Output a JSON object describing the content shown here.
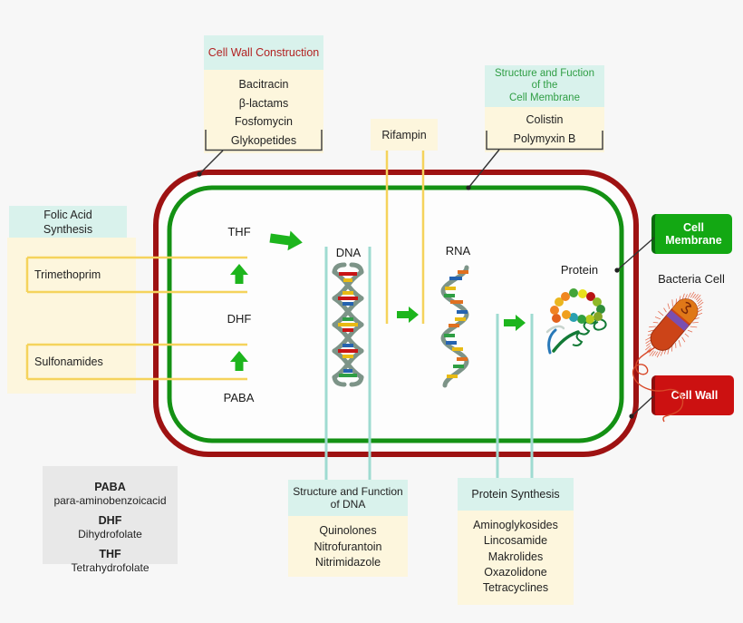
{
  "callouts": {
    "cell_wall_construction": {
      "title": "Cell Wall Construction",
      "items": [
        "Bacitracin",
        "β-lactams",
        "Fosfomycin",
        "Glykopetides"
      ]
    },
    "rifampin": {
      "label": "Rifampin"
    },
    "cell_membrane_function": {
      "title_line1": "Structure and Fuction",
      "title_line2": "of the",
      "title_line3": "Cell Membrane",
      "items": [
        "Colistin",
        "Polymyxin B"
      ]
    },
    "folic_acid": {
      "title_line1": "Folic Acid",
      "title_line2": "Synthesis",
      "items": [
        "Trimethoprim",
        "Sulfonamides"
      ]
    },
    "dna_function": {
      "title_line1": "Structure and Function",
      "title_line2": "of DNA",
      "items": [
        "Quinolones",
        "Nitrofurantoin",
        "Nitrimidazole"
      ]
    },
    "protein_synthesis": {
      "title": "Protein Synthesis",
      "items": [
        "Aminoglykosides",
        "Lincosamide",
        "Makrolides",
        "Oxazolidone",
        "Tetracyclines"
      ]
    }
  },
  "cell": {
    "labels": {
      "thf": "THF",
      "dhf": "DHF",
      "paba": "PABA",
      "dna": "DNA",
      "rna": "RNA",
      "protein": "Protein"
    }
  },
  "side": {
    "cell_membrane": "Cell Membrane",
    "bacteria_cell": "Bacteria Cell",
    "cell_wall": "Cell Wall"
  },
  "legend": {
    "entries": [
      {
        "abbr": "PABA",
        "name": "para-aminobenzoicacid"
      },
      {
        "abbr": "DHF",
        "name": "Dihydrofolate"
      },
      {
        "abbr": "THF",
        "name": "Tetrahydrofolate"
      }
    ]
  },
  "colors": {
    "cell_wall": "#9e1212",
    "cell_membrane": "#149114",
    "arrow_green": "#1db51d",
    "inhibitor_yellow": "#f5d35c",
    "target_teal_line": "#9fdbd1",
    "header_teal_bg": "#d9f2ec",
    "callout_cream_bg": "#fdf6dd",
    "wall_title_red": "#b22222",
    "membrane_title_green": "#2f9e44",
    "button_green": "#13a813",
    "button_red": "#cc1111",
    "legend_gray": "#e8e8e8"
  }
}
